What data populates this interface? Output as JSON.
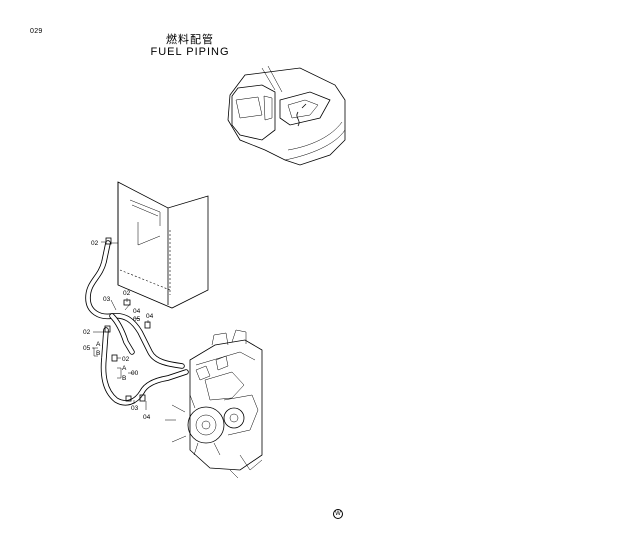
{
  "page_number": "029",
  "title": {
    "japanese": "燃料配管",
    "english": "FUEL  PIPING"
  },
  "corner_mark": "W",
  "part_labels": {
    "p02_top": "02",
    "p03_upper": "03",
    "p02_mid": "02",
    "p04_a": "04",
    "p05_mid": "05",
    "p04_b": "04",
    "p02_left": "02",
    "p05_left": "05",
    "a_left": "A",
    "b_left": "B",
    "p02_right": "02",
    "a_right": "A",
    "p00": "00",
    "b_right": "B",
    "p03_lower": "03",
    "p04_bottom": "04"
  }
}
